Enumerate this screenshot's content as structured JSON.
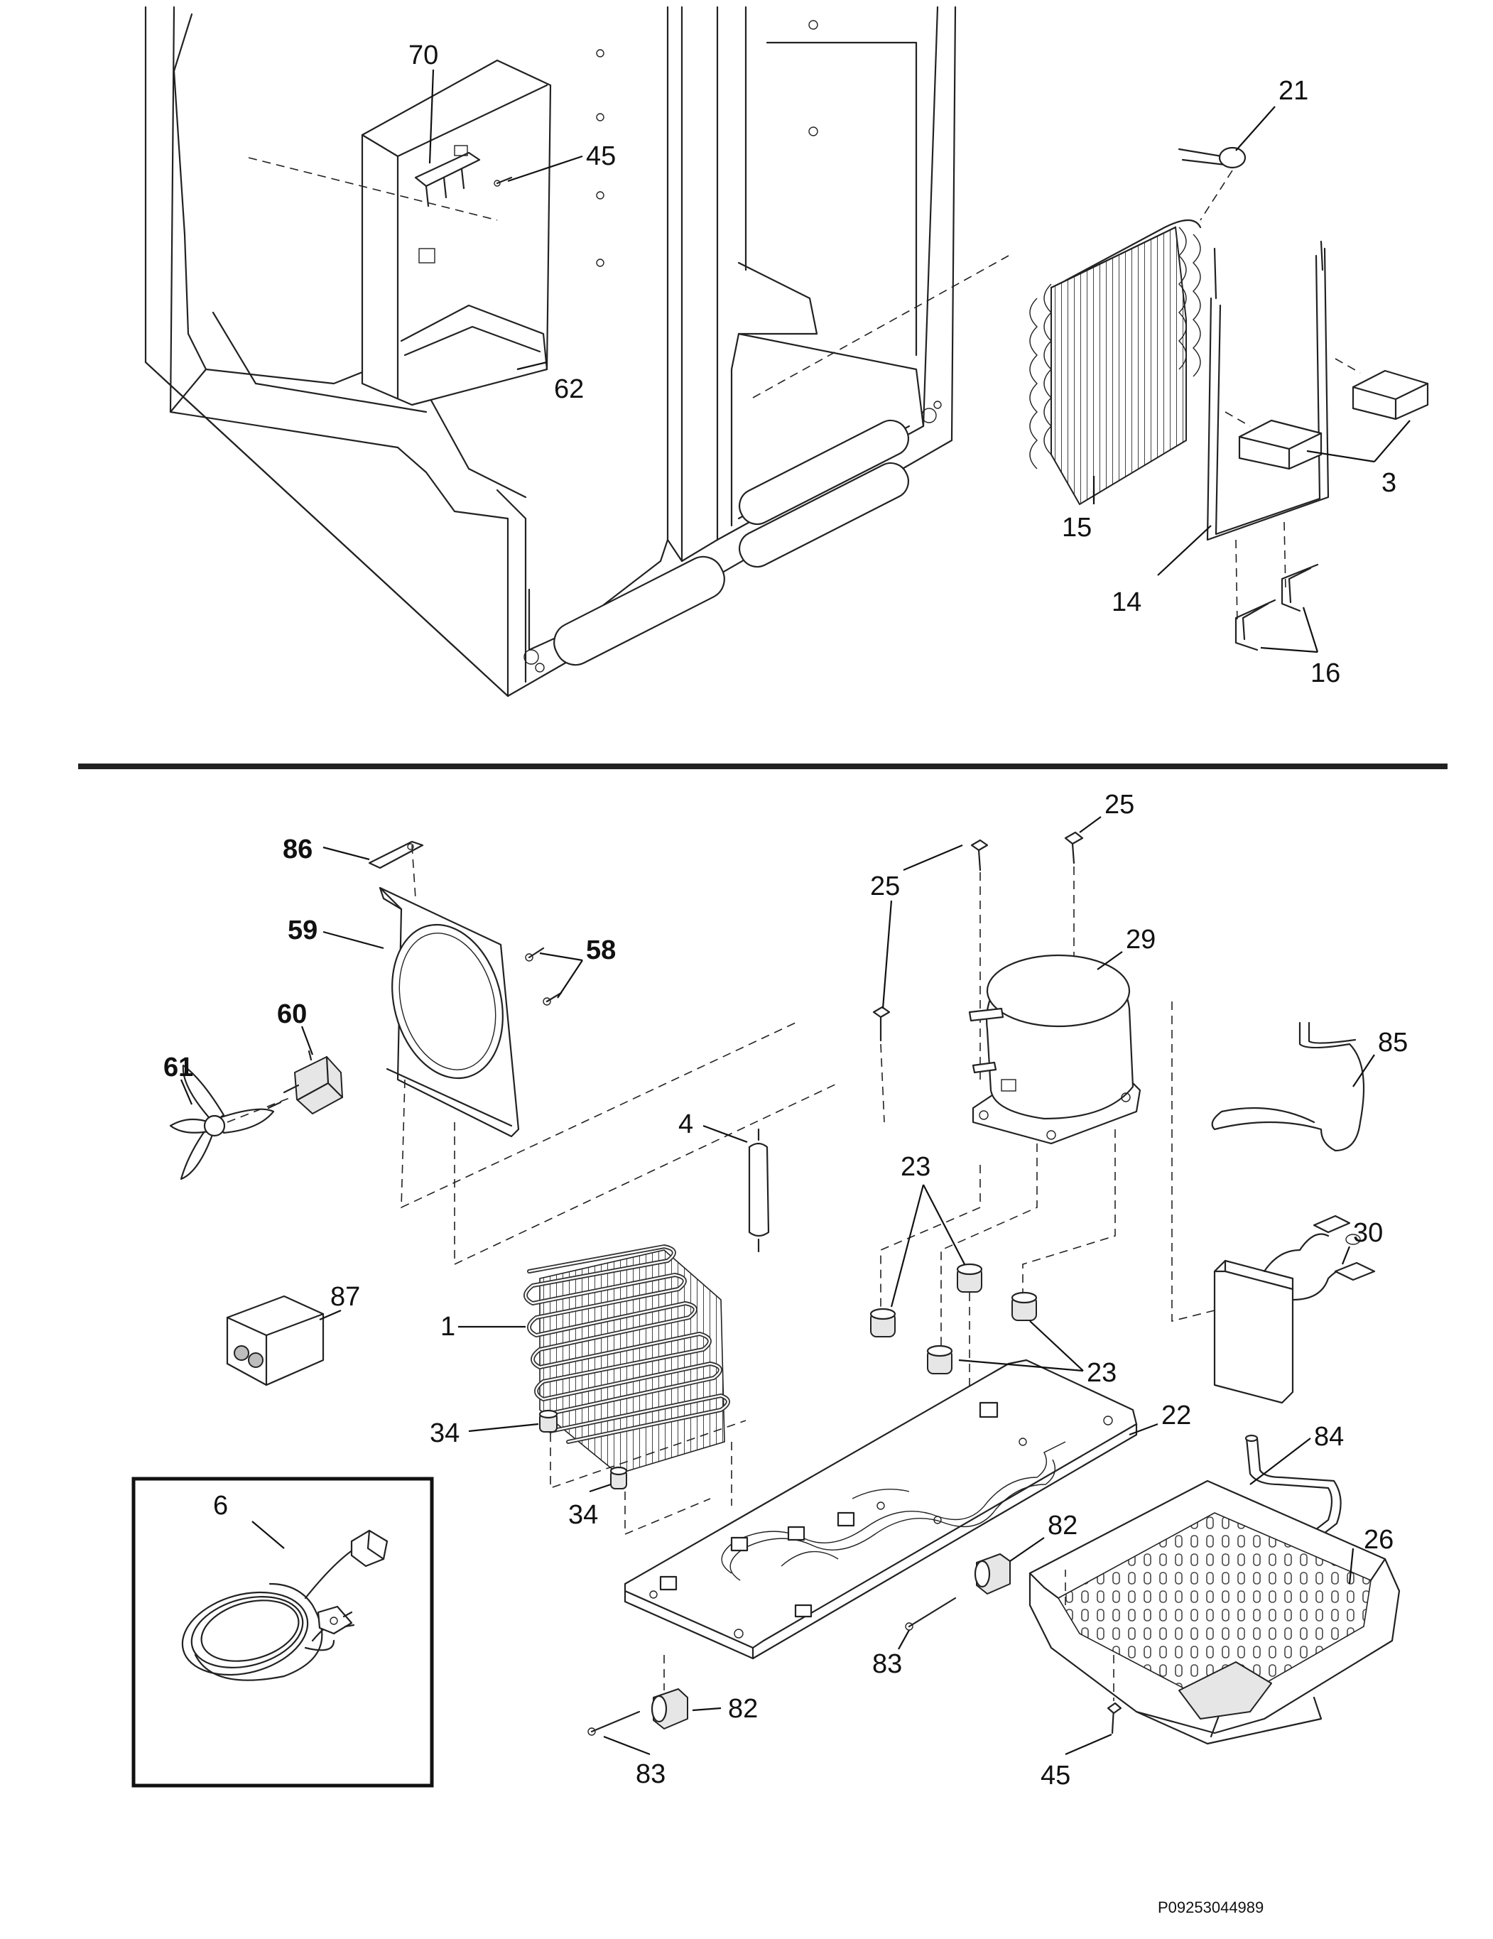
{
  "callouts": {
    "c70": "70",
    "c45a": "45",
    "c62": "62",
    "c21": "21",
    "c15": "15",
    "c3": "3",
    "c14": "14",
    "c16": "16",
    "c86": "86",
    "c59": "59",
    "c58": "58",
    "c60": "60",
    "c61": "61",
    "c25a": "25",
    "c25b": "25",
    "c29": "29",
    "c85": "85",
    "c4": "4",
    "c23a": "23",
    "c23b": "23",
    "c30": "30",
    "c87": "87",
    "c1": "1",
    "c22": "22",
    "c34a": "34",
    "c34b": "34",
    "c84": "84",
    "c6": "6",
    "c26": "26",
    "c82a": "82",
    "c82b": "82",
    "c83a": "83",
    "c83b": "83",
    "c45b": "45"
  },
  "reference_code": "P09253044989"
}
